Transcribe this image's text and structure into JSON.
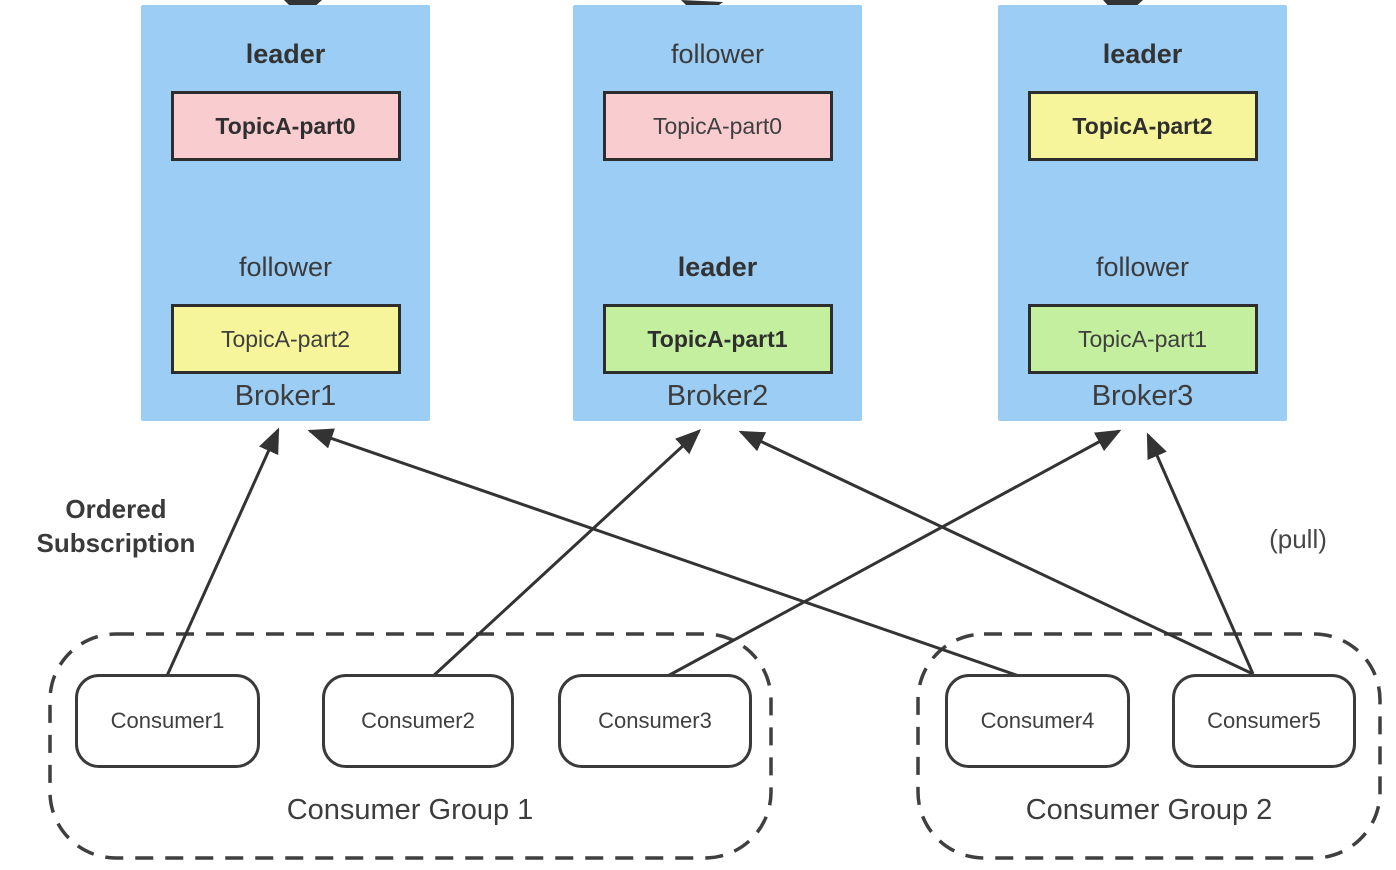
{
  "brokers": [
    {
      "name": "Broker1",
      "slots": [
        {
          "role": "leader",
          "partition": "TopicA-part0",
          "partition_color": "pink",
          "is_leader": true
        },
        {
          "role": "follower",
          "partition": "TopicA-part2",
          "partition_color": "yellow",
          "is_leader": false
        }
      ]
    },
    {
      "name": "Broker2",
      "slots": [
        {
          "role": "follower",
          "partition": "TopicA-part0",
          "partition_color": "pink",
          "is_leader": false
        },
        {
          "role": "leader",
          "partition": "TopicA-part1",
          "partition_color": "green",
          "is_leader": true
        }
      ]
    },
    {
      "name": "Broker3",
      "slots": [
        {
          "role": "leader",
          "partition": "TopicA-part2",
          "partition_color": "yellow",
          "is_leader": true
        },
        {
          "role": "follower",
          "partition": "TopicA-part1",
          "partition_color": "green",
          "is_leader": false
        }
      ]
    }
  ],
  "consumer_groups": [
    {
      "label": "Consumer Group 1",
      "consumers": [
        {
          "label": "Consumer1"
        },
        {
          "label": "Consumer2"
        },
        {
          "label": "Consumer3"
        }
      ]
    },
    {
      "label": "Consumer Group 2",
      "consumers": [
        {
          "label": "Consumer4"
        },
        {
          "label": "Consumer5"
        }
      ]
    }
  ],
  "annotations": {
    "ordered_subscription_line1": "Ordered",
    "ordered_subscription_line2": "Subscription",
    "pull": "(pull)"
  },
  "edges": [
    {
      "from": "Consumer1",
      "to": "Broker1"
    },
    {
      "from": "Consumer2",
      "to": "Broker2"
    },
    {
      "from": "Consumer3",
      "to": "Broker3"
    },
    {
      "from": "Consumer4",
      "to": "Broker1"
    },
    {
      "from": "Consumer5",
      "to": "Broker2"
    },
    {
      "from": "Consumer5",
      "to": "Broker3"
    }
  ],
  "colors": {
    "broker_fill": "#9BCDF5",
    "partition_part0_fill": "#F9CCD0",
    "partition_part2_fill": "#F7F59B",
    "partition_part1_fill": "#C3EF9F",
    "box_border": "#2d2d2d",
    "arrow_line": "#333333",
    "dashed_group_border": "#3f3f3f"
  }
}
